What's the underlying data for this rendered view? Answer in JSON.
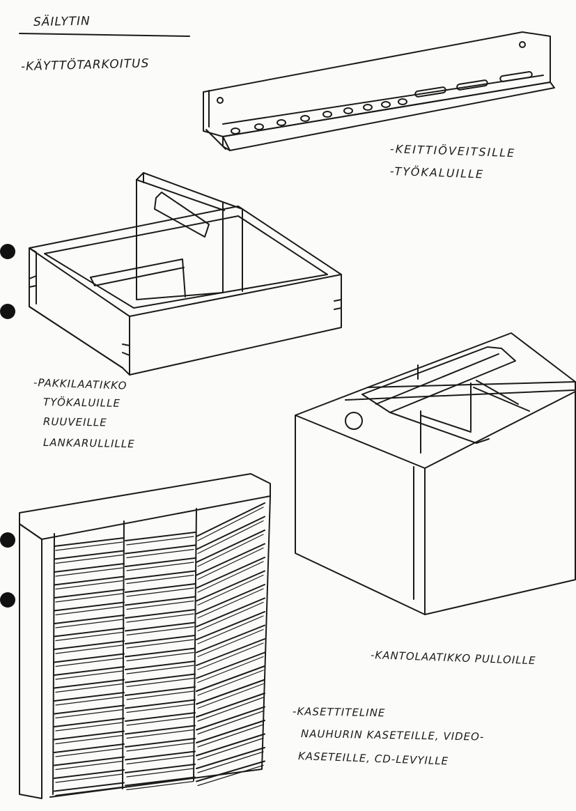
{
  "colors": {
    "ink": "#1a1a1a",
    "paper": "#fbfbf9",
    "punch_hole": "#111111"
  },
  "heading": {
    "title": "SÄILYTIN",
    "purpose": "-KÄYTTÖTARKOITUS"
  },
  "rack": {
    "line1": "-KEITTIÖVEITSILLE",
    "line2": "-TYÖKALUILLE"
  },
  "toolbox": {
    "line1": "-PAKKILAATIKKO",
    "line2": "TYÖKALUILLE",
    "line3": "RUUVEILLE",
    "line4": "LANKARULLILLE"
  },
  "carrier": {
    "line1": "-KANTOLAATIKKO PULLOILLE"
  },
  "cassette": {
    "line1": "-KASETTITELINE",
    "line2": "NAUHURIN KASETEILLE, VIDEO-",
    "line3": "KASETEILLE, CD-LEVYILLE"
  }
}
